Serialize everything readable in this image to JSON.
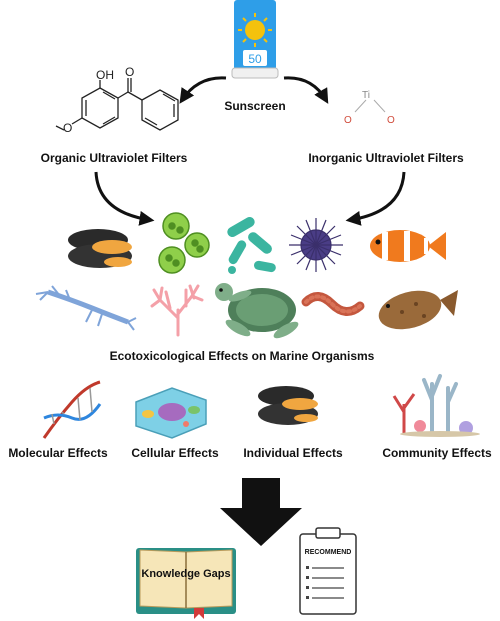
{
  "source": {
    "label": "Sunscreen",
    "spf": "50"
  },
  "filters": {
    "organic": {
      "label": "Organic Ultraviolet Filters",
      "atoms": {
        "hydroxyl": "OH",
        "carbonyl": "O",
        "methoxy": "O"
      }
    },
    "inorganic": {
      "label": "Inorganic Ultraviolet Filters",
      "atoms": {
        "metal": "Ti",
        "left_oxygen": "O",
        "right_oxygen": "O"
      }
    }
  },
  "organisms": {
    "title": "Ecotoxicological Effects on Marine Organisms",
    "items": [
      "mussel",
      "algae",
      "bacteria",
      "sea-urchin",
      "clownfish",
      "shrimp",
      "coral",
      "sea-turtle",
      "worm",
      "flatfish"
    ]
  },
  "effects": [
    {
      "label": "Molecular Effects",
      "icon": "dna-icon"
    },
    {
      "label": "Cellular Effects",
      "icon": "cell-icon"
    },
    {
      "label": "Individual Effects",
      "icon": "mussel-icon"
    },
    {
      "label": "Community Effects",
      "icon": "coral-reef-icon"
    }
  ],
  "outcomes": {
    "knowledge_gaps": "Knowledge Gaps",
    "recommend": "RECOMMEND"
  },
  "colors": {
    "arrow": "#111111",
    "tube": "#2e9ee8",
    "sun": "#f4c20d",
    "book": "#2a8f86",
    "algae": "#7cbf3a"
  }
}
